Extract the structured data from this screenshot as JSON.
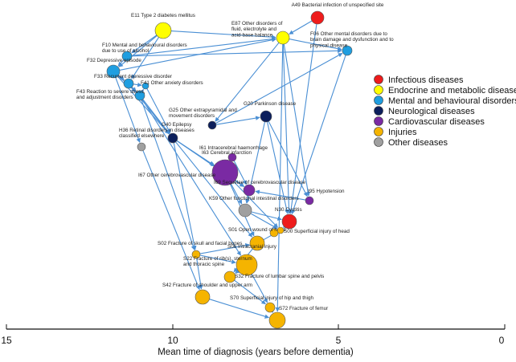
{
  "axis": {
    "label": "Mean time of diagnosis (years before dementia)",
    "ticks": [
      "15",
      "10",
      "5",
      "0"
    ]
  },
  "legend": {
    "placement": "right",
    "items": [
      {
        "label": "Infectious diseases",
        "color": "#ee1c1c"
      },
      {
        "label": "Endocrine and metabolic diseases",
        "color": "#ffff00"
      },
      {
        "label": "Mental and behavioural disorders",
        "color": "#1f9ee0"
      },
      {
        "label": "Neurological diseases",
        "color": "#0c1f5c"
      },
      {
        "label": "Cardiovascular diseases",
        "color": "#7a2aa3"
      },
      {
        "label": "Injuries",
        "color": "#f5b400"
      },
      {
        "label": "Other diseases",
        "color": "#a0a0a0"
      }
    ]
  },
  "nodes": [
    {
      "id": "A49",
      "label": "A49 Bacterial infection of unspecified site",
      "category": 0
    },
    {
      "id": "E11",
      "label": "E11 Type 2 diabetes mellitus",
      "category": 1
    },
    {
      "id": "E87",
      "label": "E87 Other disorders of fluid, electrolyte and acid-base balance",
      "category": 1
    },
    {
      "id": "F06",
      "label": "F06 Other mental disorders due to brain damage and dysfunction and to physical disease",
      "category": 2
    },
    {
      "id": "F10",
      "label": "F10 Mental and behavioural disorders due to use of alcohol",
      "category": 2
    },
    {
      "id": "F32",
      "label": "F32 Depressive episode",
      "category": 2
    },
    {
      "id": "F33",
      "label": "F33 Recurrent depressive disorder",
      "category": 2
    },
    {
      "id": "F41",
      "label": "F41 Other anxiety disorders",
      "category": 2
    },
    {
      "id": "F43",
      "label": "F43 Reaction to severe stress, and adjustment disorders",
      "category": 2
    },
    {
      "id": "G25",
      "label": "G25 Other extrapyramidal and movement disorders",
      "category": 3
    },
    {
      "id": "G20",
      "label": "G20 Parkinson disease",
      "category": 3
    },
    {
      "id": "G40",
      "label": "G40 Epilepsy",
      "category": 3
    },
    {
      "id": "H36",
      "label": "H36 Retinal disorders in diseases classified elsewhere",
      "category": 6
    },
    {
      "id": "I61",
      "label": "I61 Intracerebral haemorrhage",
      "category": 4
    },
    {
      "id": "I63",
      "label": "I63 Cerebral infarction",
      "category": 4
    },
    {
      "id": "I67",
      "label": "I67 Other cerebrovascular disease",
      "category": 4
    },
    {
      "id": "I69",
      "label": "I69 Sequelae of cerebrovascular disease",
      "category": 4
    },
    {
      "id": "I95",
      "label": "I95 Hypotension",
      "category": 4
    },
    {
      "id": "K59",
      "label": "K59 Other functional intestinal disorders",
      "category": 6
    },
    {
      "id": "N30",
      "label": "N30 Cystitis",
      "category": 0
    },
    {
      "id": "S01",
      "label": "S01 Open wound of head",
      "category": 5
    },
    {
      "id": "S00",
      "label": "S00 Superficial injury of head",
      "category": 5
    },
    {
      "id": "S02",
      "label": "S02 Fracture of skull and facial bones",
      "category": 5
    },
    {
      "id": "S06",
      "label": "S06 Intracranial injury",
      "category": 5
    },
    {
      "id": "S22",
      "label": "S22 Fracture of rib(s), sternum and thoracic spine",
      "category": 5
    },
    {
      "id": "S32",
      "label": "S32 Fracture of lumbar spine and pelvis",
      "category": 5
    },
    {
      "id": "S42",
      "label": "S42 Fracture of shoulder and upper arm",
      "category": 5
    },
    {
      "id": "S70",
      "label": "S70 Superficial injury of hip and thigh",
      "category": 5
    },
    {
      "id": "S72",
      "label": "S72 Fracture of femur",
      "category": 5
    }
  ]
}
